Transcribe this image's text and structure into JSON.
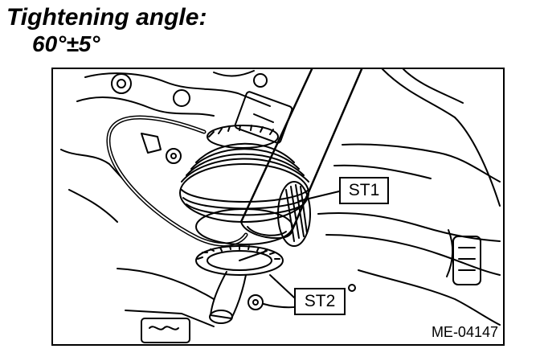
{
  "heading": {
    "label": "Tightening angle:",
    "value": "60°±5°"
  },
  "figure": {
    "callouts": {
      "st1": "ST1",
      "st2": "ST2"
    },
    "figure_id": "ME-04147"
  }
}
